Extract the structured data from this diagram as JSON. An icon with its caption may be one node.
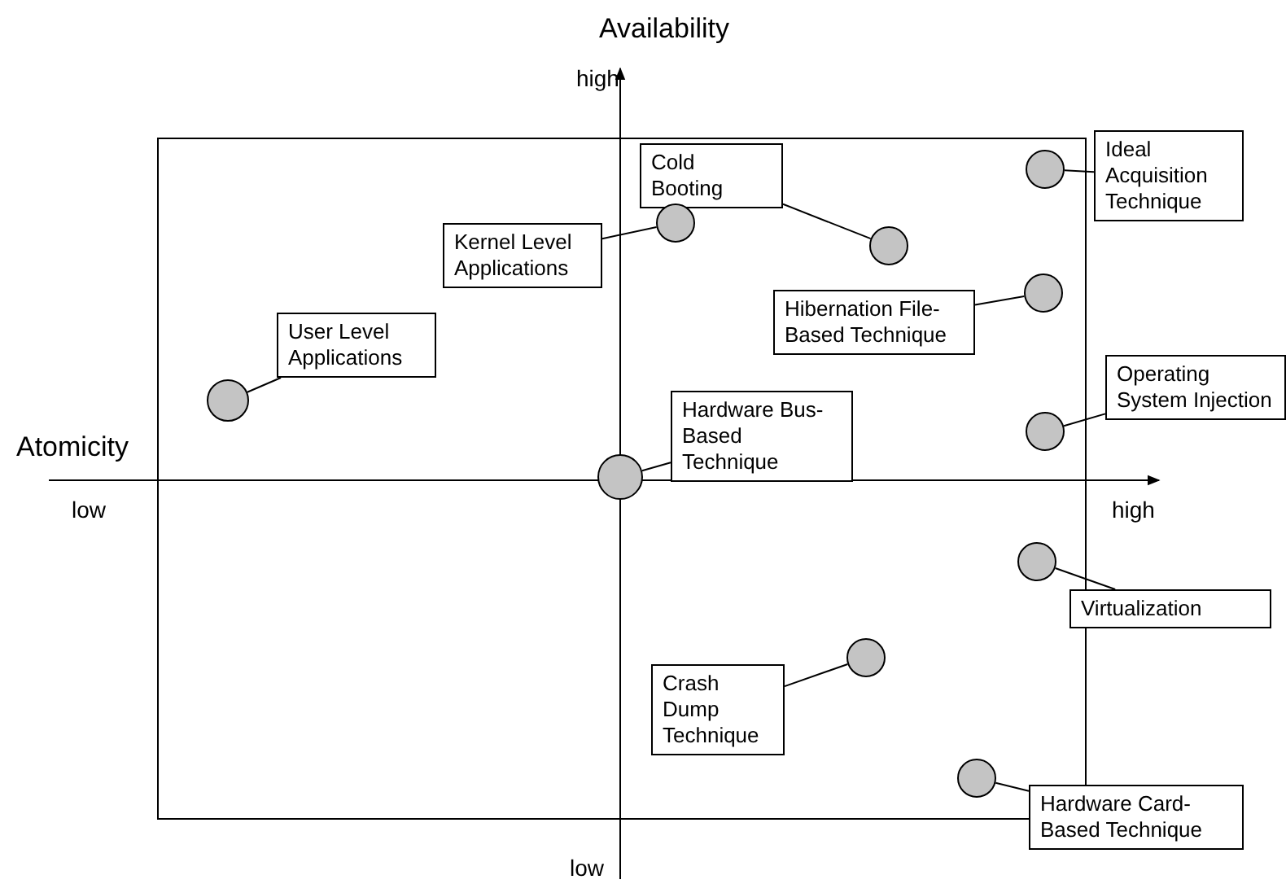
{
  "diagram": {
    "nodes": [
      {
        "text": [
          "Ideal Acquisition Technique"
        ]
      },
      {
        "text": [],
        "shape": "circle"
      },
      {
        "text": [
          "Cold Booting"
        ]
      },
      {
        "text": [],
        "shape": "circle"
      },
      {
        "text": [
          "Kernel Level Applications"
        ]
      },
      {
        "text": [],
        "shape": "circle"
      },
      {
        "text": [
          "Hibernation File-Based Technique"
        ]
      },
      {
        "text": [],
        "shape": "circle"
      },
      {
        "text": [
          "User Level Applications"
        ]
      },
      {
        "text": [],
        "shape": "circle"
      },
      {
        "text": [
          "Operating System Injection"
        ]
      },
      {
        "text": [],
        "shape": "circle"
      },
      {
        "text": [
          "Hardware Bus-Based Technique"
        ]
      },
      {
        "text": [],
        "shape": "circle"
      },
      {
        "text": [
          "Virtualization"
        ]
      },
      {
        "text": [],
        "shape": "circle"
      },
      {
        "text": [
          "Crash Dump Technique"
        ]
      },
      {
        "text": [],
        "shape": "circle"
      },
      {
        "text": [
          "Hardware Card-Based Technique"
        ]
      },
      {
        "text": [],
        "shape": "circle"
      }
    ],
    "edges": [
      {
        "from": 0,
        "to": 1,
        "arrow": "none"
      },
      {
        "from": 2,
        "to": 3,
        "arrow": "none"
      },
      {
        "from": 4,
        "to": 5,
        "arrow": "none"
      },
      {
        "from": 6,
        "to": 7,
        "arrow": "none"
      },
      {
        "from": 8,
        "to": 9,
        "arrow": "none"
      },
      {
        "from": 10,
        "to": 11,
        "arrow": "none"
      },
      {
        "from": 12,
        "to": 13,
        "arrow": "none"
      },
      {
        "from": 14,
        "to": 15,
        "arrow": "none"
      },
      {
        "from": 16,
        "to": 17,
        "arrow": "none"
      },
      {
        "from": 18,
        "to": 19,
        "arrow": "none"
      }
    ],
    "labels": [
      "Availability",
      "high",
      "Atomicity",
      "low",
      "high",
      "low"
    ]
  }
}
